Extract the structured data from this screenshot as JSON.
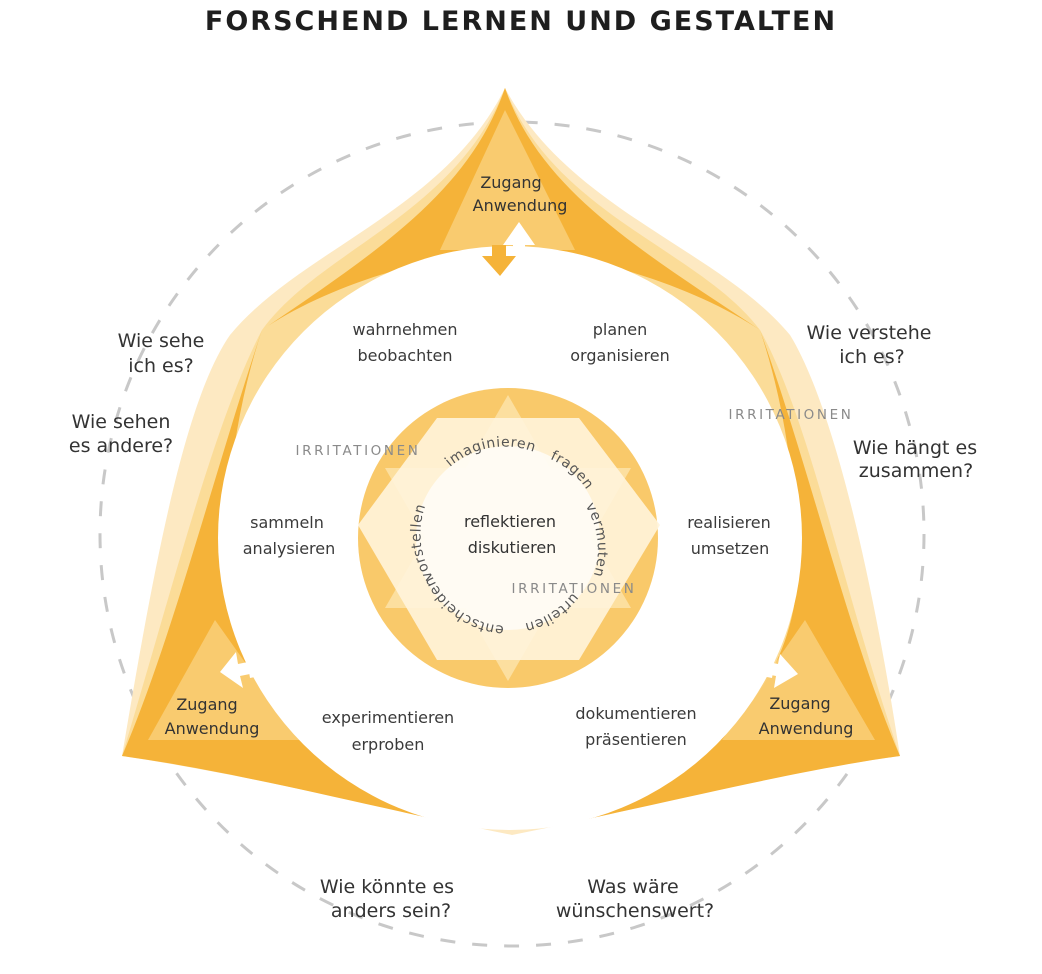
{
  "title": "FORSCHEND LERNEN UND GESTALTEN",
  "colors": {
    "orange_dark": "#f5b339",
    "orange_mid": "#f8c665",
    "orange_light": "#fbdc98",
    "orange_pale": "#fde9c2",
    "dashed_circle": "#c8c8c8",
    "text": "#333333",
    "irritation_text": "#8a8a8a"
  },
  "questions": {
    "wie_sehe": [
      "Wie sehe",
      "ich es?"
    ],
    "wie_sehen_andere": [
      "Wie sehen",
      "es andere?"
    ],
    "wie_verstehe": [
      "Wie verstehe",
      "ich es?"
    ],
    "wie_haengt": [
      "Wie hängt es",
      "zusammen?"
    ],
    "wie_koennte": [
      "Wie könnte es",
      "anders sein?"
    ],
    "was_waere": [
      "Was wäre",
      "wünschenswert?"
    ]
  },
  "access": {
    "top": [
      "Zugang",
      "Anwendung"
    ],
    "left": [
      "Zugang",
      "Anwendung"
    ],
    "right": [
      "Zugang",
      "Anwendung"
    ]
  },
  "activities": {
    "wahrnehmen": [
      "wahrnehmen",
      "beobachten"
    ],
    "planen": [
      "planen",
      "organisieren"
    ],
    "sammeln": [
      "sammeln",
      "analysieren"
    ],
    "realisieren": [
      "realisieren",
      "umsetzen"
    ],
    "experimentieren": [
      "experimentieren",
      "erproben"
    ],
    "dokumentieren": [
      "dokumentieren",
      "präsentieren"
    ]
  },
  "irritationen": {
    "left": "IRRITATIONEN",
    "right": "IRRITATIONEN",
    "center": "IRRITATIONEN"
  },
  "ring_words": {
    "imaginieren": "imaginieren",
    "fragen": "fragen",
    "vermuten": "vermuten",
    "urteilen": "urteilen",
    "entscheiden": "entscheiden",
    "vorstellen": "vorstellen"
  },
  "core": [
    "reflektieren",
    "diskutieren"
  ],
  "icons": {
    "arrows": "double-headed-arrow-icon"
  }
}
